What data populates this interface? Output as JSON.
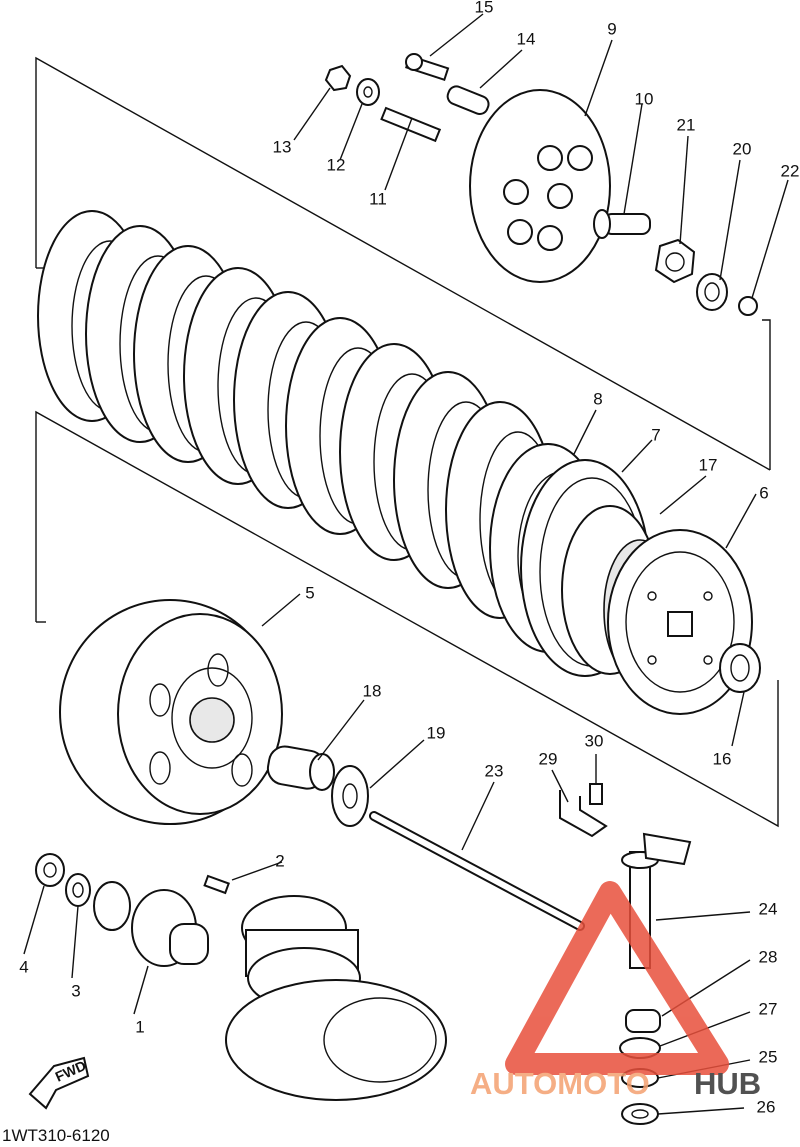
{
  "diagram": {
    "drawing_code": "1WT310-6120",
    "direction_marker": "FWD",
    "watermark": {
      "left": "AUTOMOTO",
      "right": "HUB",
      "accent": "#e8503c",
      "dark": "#333333"
    },
    "callouts": [
      "1",
      "2",
      "3",
      "4",
      "5",
      "6",
      "7",
      "8",
      "9",
      "10",
      "11",
      "12",
      "13",
      "14",
      "15",
      "16",
      "17",
      "18",
      "19",
      "20",
      "21",
      "22",
      "23",
      "24",
      "25",
      "26",
      "27",
      "28",
      "29",
      "30"
    ]
  }
}
